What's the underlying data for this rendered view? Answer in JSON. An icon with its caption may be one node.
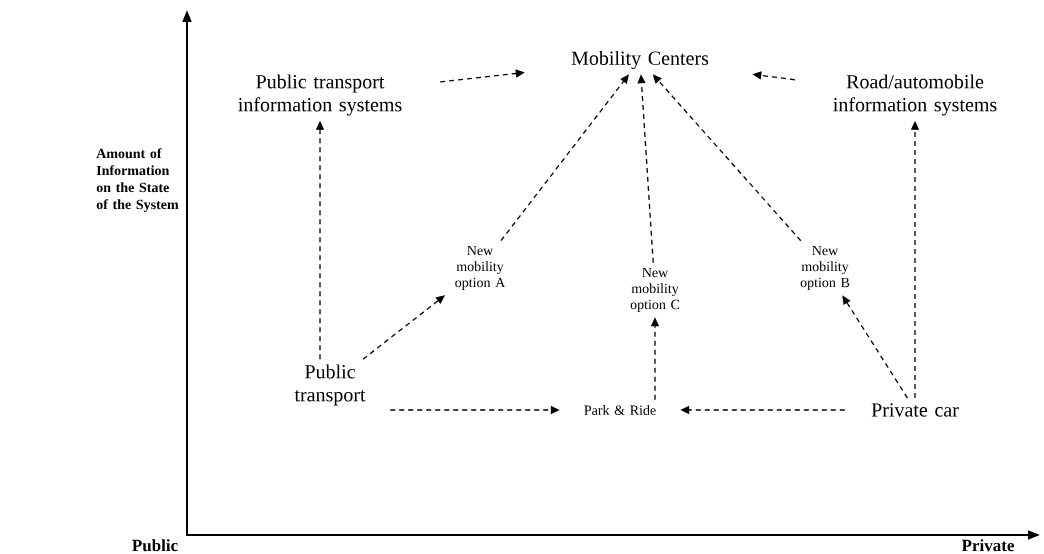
{
  "diagram": {
    "nodes": [
      {
        "text": [
          "Mobility Centers"
        ]
      },
      {
        "text": [
          "Public transport information systems"
        ]
      },
      {
        "text": [
          "Road/automobile information systems"
        ]
      },
      {
        "text": [
          "New mobility option A"
        ]
      },
      {
        "text": [
          "New mobility option C"
        ]
      },
      {
        "text": [
          "New mobility option B"
        ]
      },
      {
        "text": [
          "Public transport"
        ]
      },
      {
        "text": [
          "Park & Ride"
        ]
      },
      {
        "text": [
          "Private car"
        ]
      }
    ],
    "edges": [
      {
        "from": 1,
        "to": 0,
        "arrow": "to",
        "style": "dashed"
      },
      {
        "from": 2,
        "to": 0,
        "arrow": "to",
        "style": "dashed"
      },
      {
        "from": 3,
        "to": 0,
        "arrow": "to",
        "style": "dashed"
      },
      {
        "from": 4,
        "to": 0,
        "arrow": "to",
        "style": "dashed"
      },
      {
        "from": 5,
        "to": 0,
        "arrow": "to",
        "style": "dashed"
      },
      {
        "from": 6,
        "to": 1,
        "arrow": "to",
        "style": "dashed"
      },
      {
        "from": 8,
        "to": 2,
        "arrow": "to",
        "style": "dashed"
      },
      {
        "from": 6,
        "to": 3,
        "arrow": "to",
        "style": "dashed"
      },
      {
        "from": 7,
        "to": 4,
        "arrow": "to",
        "style": "dashed"
      },
      {
        "from": 8,
        "to": 5,
        "arrow": "to",
        "style": "dashed"
      },
      {
        "from": 6,
        "to": 7,
        "arrow": "to",
        "style": "dashed"
      },
      {
        "from": 8,
        "to": 7,
        "arrow": "to",
        "style": "dashed"
      }
    ],
    "labels": [
      "Amount of Information on the State of the System",
      "Public",
      "Private"
    ]
  }
}
